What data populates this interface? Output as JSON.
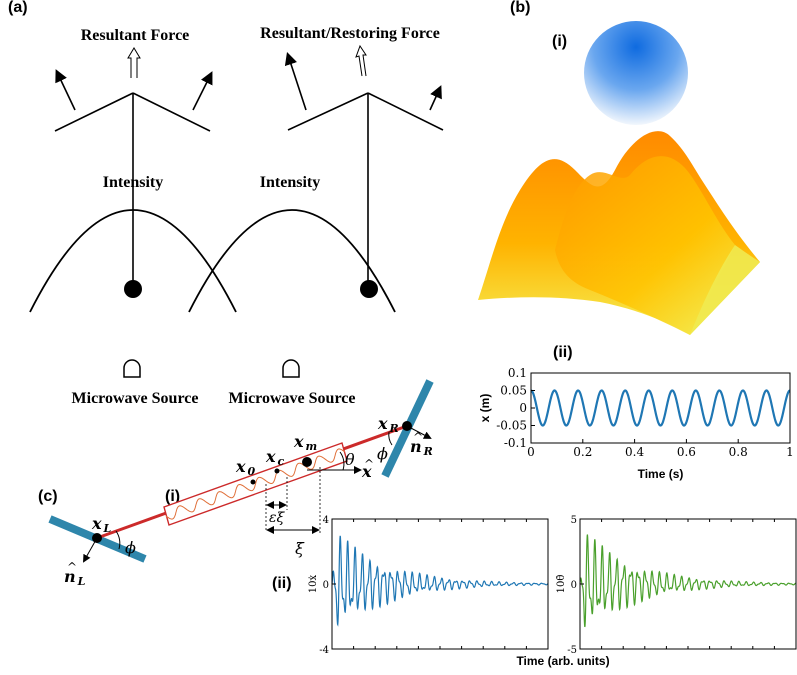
{
  "panels": {
    "a": "(a)",
    "b": "(b)",
    "b_i": "(i)",
    "b_ii": "(ii)",
    "c": "(c)",
    "c_i": "(i)",
    "c_ii": "(ii)"
  },
  "panel_a": {
    "left_force": "Resultant Force",
    "right_force": "Resultant/Restoring Force",
    "intensity_left": "Intensity",
    "intensity_right": "Intensity",
    "source_left": "Microwave Source",
    "source_right": "Microwave Source"
  },
  "panel_c_diagram": {
    "x_L": "x",
    "x_L_sub": "L",
    "n_L": "n",
    "n_L_sub": "L",
    "x_R": "x",
    "x_R_sub": "R",
    "n_R": "n",
    "n_R_sub": "R",
    "x_0": "x",
    "x_0_sub": "0",
    "x_c": "x",
    "x_c_sub": "c",
    "x_m": "x",
    "x_m_sub": "m",
    "x_hat": "x",
    "phi_left": "ϕ",
    "phi_right": "ϕ",
    "theta": "θ",
    "eps_xi": "εξ",
    "xi": "ξ"
  },
  "colors": {
    "blue": "#1f77b4",
    "green": "#4aa02c",
    "rod": "#cc2a2a",
    "mirror": "#2e86ab",
    "orange": "#ff9a00"
  },
  "chart_data": [
    {
      "type": "line",
      "id": "b_ii",
      "xlabel": "Time (s)",
      "ylabel": "x (m)",
      "xlim": [
        0,
        1
      ],
      "ylim": [
        -0.1,
        0.1
      ],
      "xticks": [
        "0",
        "0.2",
        "0.4",
        "0.6",
        "0.8",
        "1"
      ],
      "yticks": [
        "0.1",
        "0.05",
        "0",
        "-0.05",
        "-0.1"
      ],
      "amplitude": 0.05,
      "frequency_hz": 11,
      "color": "#1f77b4"
    },
    {
      "type": "line",
      "id": "c_ii_left",
      "ylabel": "10ẋ",
      "ylim": [
        -4,
        4
      ],
      "yticks": [
        "4",
        "0",
        "-4"
      ],
      "initial_amplitude": 3.3,
      "color": "#1f77b4"
    },
    {
      "type": "line",
      "id": "c_ii_right",
      "ylabel": "10θ̇",
      "ylim": [
        -5,
        5
      ],
      "yticks": [
        "5",
        "0",
        "-5"
      ],
      "initial_amplitude": 4.2,
      "color": "#4aa02c"
    }
  ],
  "shared_xlabel": "Time (arb. units)"
}
